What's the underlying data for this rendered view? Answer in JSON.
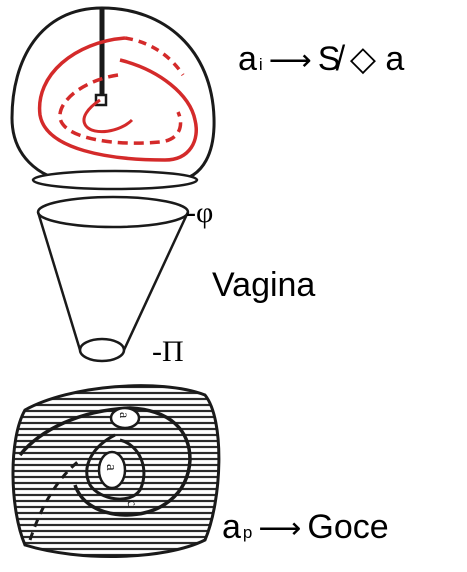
{
  "top_formula": {
    "var": "a",
    "sub": "i",
    "arrow": "⟶",
    "rhs": "S̸ ◇ a"
  },
  "labels": {
    "phi": "-φ",
    "vagina": "Vagina",
    "pi": "-Π"
  },
  "torus_letters": {
    "outer": "a",
    "inner": "a",
    "side": "c"
  },
  "bottom_formula": {
    "var": "a",
    "sub": "p",
    "arrow": "⟶",
    "rhs": "Goce"
  },
  "colors": {
    "ink": "#1a1a1a",
    "red": "#d42a2a",
    "hatch": "#2b2b2b"
  }
}
